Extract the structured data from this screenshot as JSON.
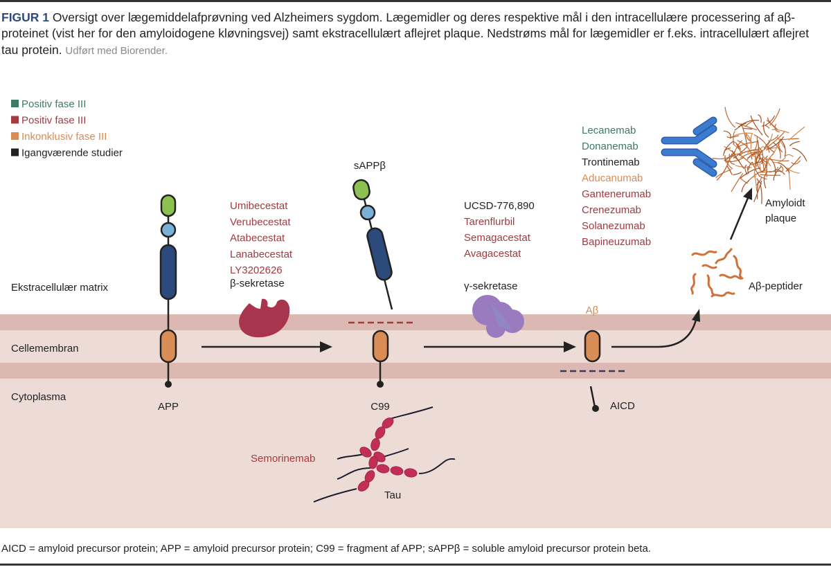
{
  "caption": {
    "figure_label": "FIGUR 1",
    "text": " Oversigt over lægemiddelafprøvning ved Alzheimers sygdom. Lægemidler og deres respektive mål i den intracellulære processering af aβ-proteinet (vist her for den amyloidogene kløvningsvej) samt ekstracellulært aflejret plaque. Nedstrøms mål for lægemidler er f.eks. intracellulært aflejret tau protein. ",
    "credit": "Udført med Biorender."
  },
  "colors": {
    "green_positive": "#3e7a66",
    "red_positive": "#a23a3f",
    "orange_inconclusive": "#d98c55",
    "black_ongoing": "#222222",
    "membrane_dark": "#dbb8b2",
    "membrane_light": "#eddcd6",
    "apo_blue": "#2c4a7c",
    "domain_green": "#8cc152",
    "domain_lightblue": "#7ab0d8",
    "tm_orange": "#d98c55",
    "beta_secretase": "#a8344e",
    "gamma_secretase": "#9b7bbf",
    "antibody_blue": "#3b7bd0",
    "tau_red": "#c22f55"
  },
  "legend": [
    {
      "label": "Positiv fase III",
      "color_key": "green_positive"
    },
    {
      "label": "Positiv fase III",
      "color_key": "red_positive"
    },
    {
      "label": "Inkonklusiv fase III",
      "color_key": "orange_inconclusive"
    },
    {
      "label": "Igangværende studier",
      "color_key": "black_ongoing"
    }
  ],
  "regions": {
    "extracellular": "Ekstracellulær matrix",
    "membrane": "Cellemembran",
    "cytoplasm": "Cytoplasma"
  },
  "molecules": {
    "app": "APP",
    "sappb": "sAPPβ",
    "c99": "C99",
    "abeta": "Aβ",
    "aicd": "AICD",
    "abeta_peptides": "Aβ-peptider",
    "plaque_line1": "Amyloidt",
    "plaque_line2": "plaque",
    "tau": "Tau"
  },
  "beta_secretase": {
    "label": "β-sekretase",
    "drugs": [
      {
        "name": "Umibecestat",
        "status": "red_positive"
      },
      {
        "name": "Verubecestat",
        "status": "red_positive"
      },
      {
        "name": "Atabecestat",
        "status": "red_positive"
      },
      {
        "name": "Lanabecestat",
        "status": "red_positive"
      },
      {
        "name": "LY3202626",
        "status": "red_positive"
      }
    ]
  },
  "gamma_secretase": {
    "label": "γ-sekretase",
    "drugs": [
      {
        "name": "UCSD-776,890",
        "status": "black_ongoing"
      },
      {
        "name": "Tarenflurbil",
        "status": "red_positive"
      },
      {
        "name": "Semagacestat",
        "status": "red_positive"
      },
      {
        "name": "Avagacestat",
        "status": "red_positive"
      }
    ]
  },
  "antibodies": {
    "drugs": [
      {
        "name": "Lecanemab",
        "status": "green_positive"
      },
      {
        "name": "Donanemab",
        "status": "green_positive"
      },
      {
        "name": "Trontinemab",
        "status": "black_ongoing"
      },
      {
        "name": "Aducanumab",
        "status": "orange_inconclusive"
      },
      {
        "name": "Gantenerumab",
        "status": "red_positive"
      },
      {
        "name": "Crenezumab",
        "status": "red_positive"
      },
      {
        "name": "Solanezumab",
        "status": "red_positive"
      },
      {
        "name": "Bapineuzumab",
        "status": "red_positive"
      }
    ]
  },
  "tau_drug": {
    "name": "Semorinemab",
    "status": "red_positive"
  },
  "footnote": "AICD = amyloid precursor protein; APP = amyloid precursor protein; C99 = fragment af APP; sAPPβ = soluble amyloid precursor protein beta."
}
